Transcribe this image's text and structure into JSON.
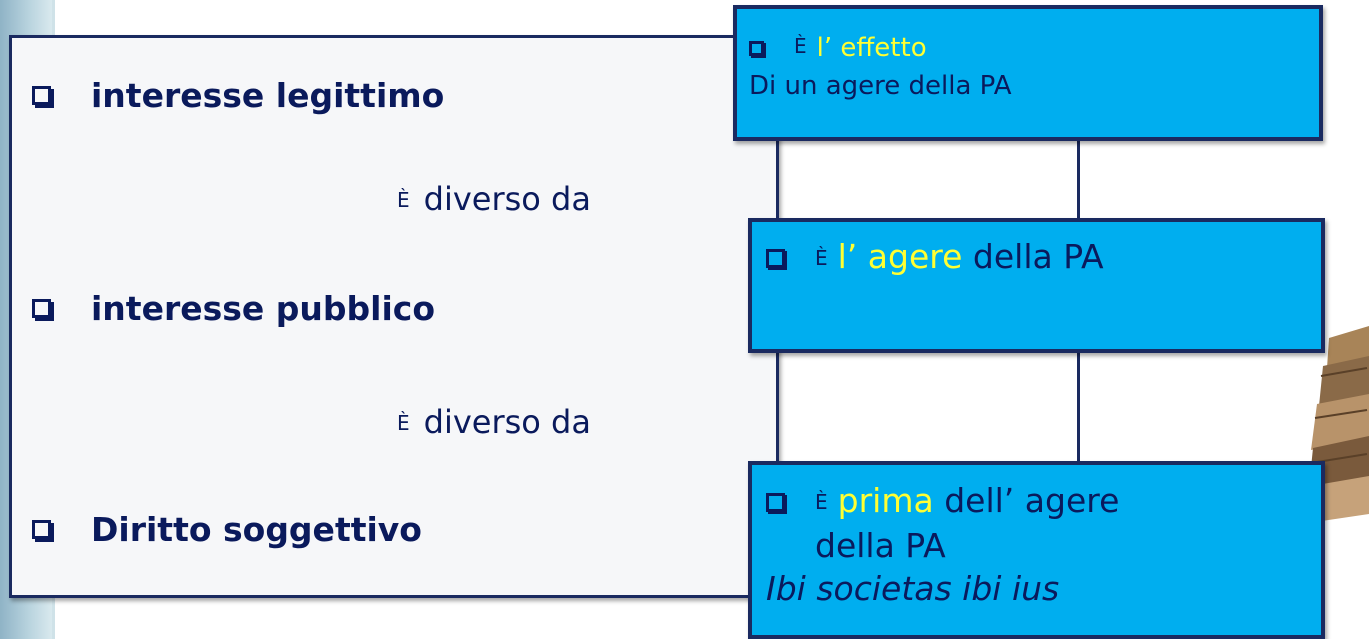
{
  "left_items": [
    {
      "label": "interesse legittimo"
    },
    {
      "label": "interesse pubblico"
    },
    {
      "label": "Diritto soggettivo"
    }
  ],
  "between_items": [
    {
      "e": "È",
      "text": "diverso da"
    },
    {
      "e": "È",
      "text": "diverso da"
    }
  ],
  "box1": {
    "e": "È",
    "line1_yellow": "l’ effetto",
    "line2": "Di un agere della PA"
  },
  "box2": {
    "e": "È",
    "yellow": "l’ agere",
    "rest": "della PA"
  },
  "box3": {
    "e": "È",
    "yellow": "prima",
    "rest": "dell’ agere",
    "line2": "della PA",
    "line3": "Ibi societas ibi ius"
  },
  "colors": {
    "box_blue": "#00aeef",
    "dark_navy": "#0a1a5c",
    "highlight_yellow": "#ffff33"
  }
}
